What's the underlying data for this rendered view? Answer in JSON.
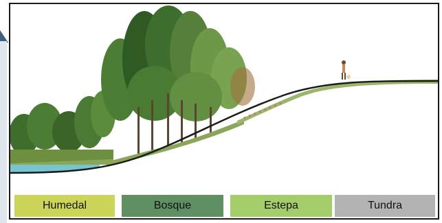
{
  "zones": [
    {
      "label": "Humedal",
      "color": "#cbd55a"
    },
    {
      "label": "Bosque",
      "color": "#5f8f63"
    },
    {
      "label": "Estepa",
      "color": "#a3cd6b"
    },
    {
      "label": "Tundra",
      "color": "#b3b3b3"
    }
  ],
  "colors": {
    "water": "#78c4cf",
    "ground_line": "#1a1a1a",
    "forest_dark": "#2f5a24",
    "forest_mid": "#4c7d34",
    "forest_light": "#7aa351",
    "steppe": "#9bb66a",
    "tundra": "#b7c79a",
    "trunk": "#5a4630"
  },
  "icons": [
    "person-figure"
  ]
}
